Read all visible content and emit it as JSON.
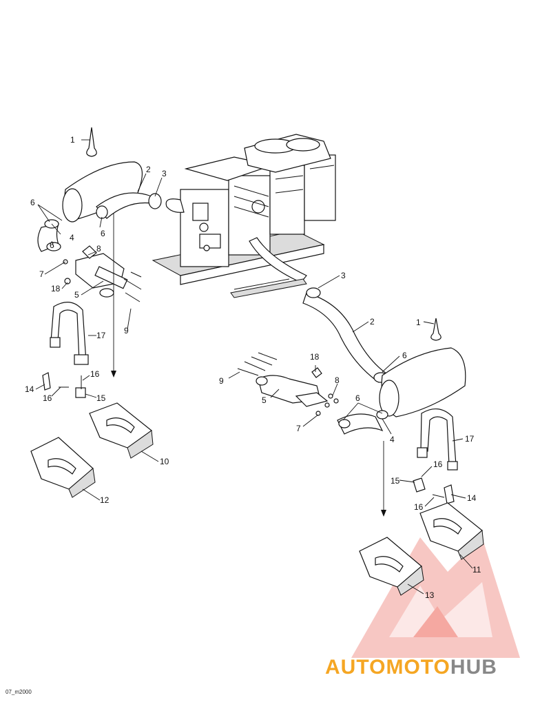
{
  "callouts": [
    "1",
    "2",
    "3",
    "4",
    "5",
    "6",
    "7",
    "8",
    "9",
    "10",
    "11",
    "12",
    "13",
    "14",
    "15",
    "16",
    "17",
    "18"
  ],
  "figure_ref": "07_m2000",
  "watermark": {
    "word_a": "AUTO",
    "word_b": "MOTO",
    "word_c": "HUB",
    "colors": {
      "accent": "#f5a623",
      "red": "#f28b82",
      "grey": "#888888"
    }
  }
}
